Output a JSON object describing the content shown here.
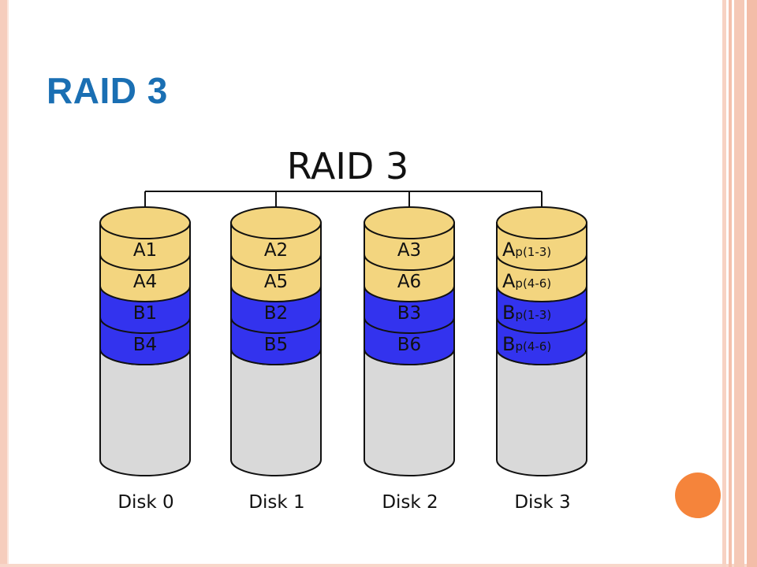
{
  "slide": {
    "title": "RAID 3",
    "title_color": "#1a6fb3",
    "accent_dot_color": "#f5843b"
  },
  "diagram": {
    "title": "RAID 3",
    "colors": {
      "a_blocks": "#f3d57f",
      "b_blocks": "#3333ee",
      "empty": "#d9d9d9",
      "stroke": "#111111"
    },
    "disks": [
      {
        "label": "Disk 0",
        "blocks": [
          {
            "main": "A1",
            "sub": ""
          },
          {
            "main": "A4",
            "sub": ""
          },
          {
            "main": "B1",
            "sub": ""
          },
          {
            "main": "B4",
            "sub": ""
          }
        ]
      },
      {
        "label": "Disk 1",
        "blocks": [
          {
            "main": "A2",
            "sub": ""
          },
          {
            "main": "A5",
            "sub": ""
          },
          {
            "main": "B2",
            "sub": ""
          },
          {
            "main": "B5",
            "sub": ""
          }
        ]
      },
      {
        "label": "Disk 2",
        "blocks": [
          {
            "main": "A3",
            "sub": ""
          },
          {
            "main": "A6",
            "sub": ""
          },
          {
            "main": "B3",
            "sub": ""
          },
          {
            "main": "B6",
            "sub": ""
          }
        ]
      },
      {
        "label": "Disk 3",
        "blocks": [
          {
            "main": "A",
            "sub": "p(1-3)"
          },
          {
            "main": "A",
            "sub": "p(4-6)"
          },
          {
            "main": "B",
            "sub": "p(1-3)"
          },
          {
            "main": "B",
            "sub": "p(4-6)"
          }
        ]
      }
    ]
  }
}
